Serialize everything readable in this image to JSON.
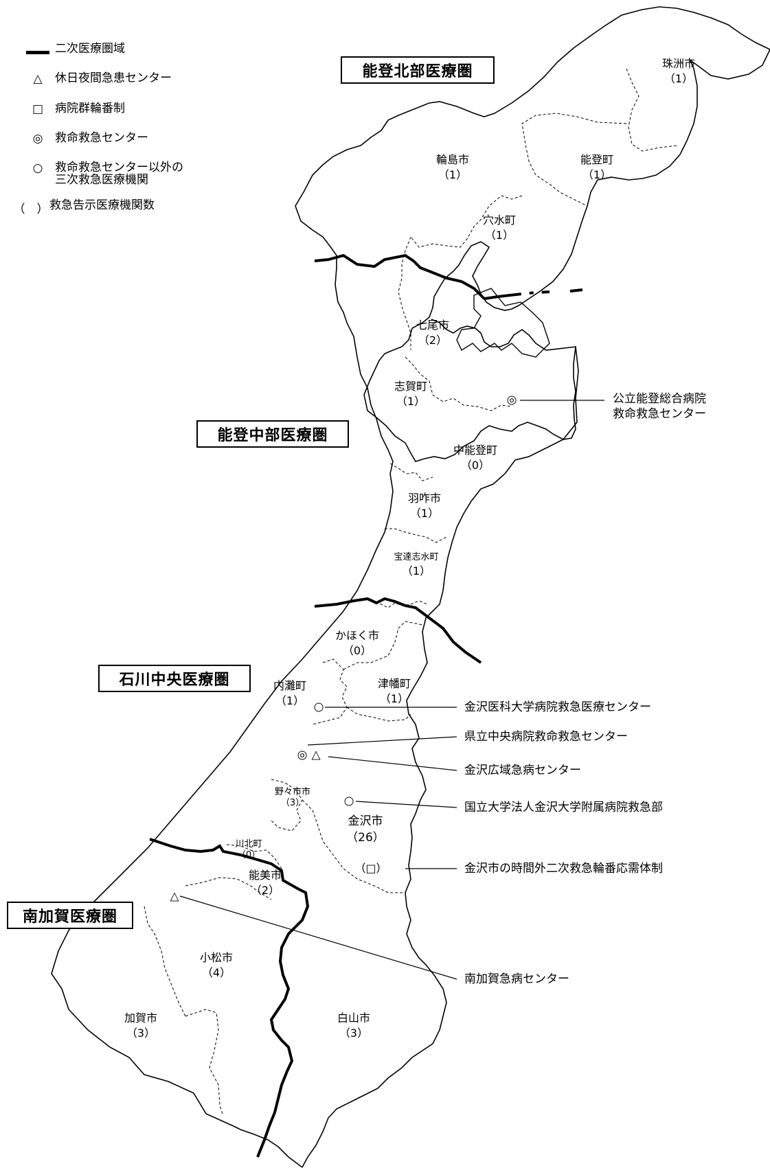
{
  "legend": {
    "items": [
      {
        "symbol": "",
        "label": "二次医療圏域"
      },
      {
        "symbol": "△",
        "label": "休日夜間急患センター"
      },
      {
        "symbol": "□",
        "label": "病院群輪番制"
      },
      {
        "symbol": "◎",
        "label": "救命救急センター"
      },
      {
        "symbol": "○",
        "label": "救命救急センター以外の\n三次救急医療機関"
      },
      {
        "symbol": "（　）",
        "label": "救急告示医療機関数"
      }
    ]
  },
  "regions": {
    "noto_north": "能登北部医療圏",
    "noto_central": "能登中部医療圏",
    "ishikawa_central": "石川中央医療圏",
    "minami_kaga": "南加賀医療圏"
  },
  "municipalities": [
    {
      "name": "珠洲市",
      "count": "（1）"
    },
    {
      "name": "輪島市",
      "count": "（1）"
    },
    {
      "name": "能登町",
      "count": "（1）"
    },
    {
      "name": "穴水町",
      "count": "（1）"
    },
    {
      "name": "七尾市",
      "count": "（2）"
    },
    {
      "name": "志賀町",
      "count": "（1）"
    },
    {
      "name": "中能登町",
      "count": "（0）"
    },
    {
      "name": "羽咋市",
      "count": "（1）"
    },
    {
      "name": "宝達志水町",
      "count": "（1）"
    },
    {
      "name": "かほく市",
      "count": "（0）"
    },
    {
      "name": "内灘町",
      "count": "（1）"
    },
    {
      "name": "津幡町",
      "count": "（1）"
    },
    {
      "name": "野々市市",
      "count": "（3）"
    },
    {
      "name": "金沢市",
      "count": "（26）"
    },
    {
      "name": "川北町",
      "count": "（0）"
    },
    {
      "name": "能美市",
      "count": "（2）"
    },
    {
      "name": "小松市",
      "count": "（4）"
    },
    {
      "name": "加賀市",
      "count": "（3）"
    },
    {
      "name": "白山市",
      "count": "（3）"
    }
  ],
  "kanazawa_rotation": "（□）",
  "facility_symbols": {
    "double_circle": "◎",
    "circle": "○",
    "triangle": "△"
  },
  "callouts": {
    "noto_hospital": "公立能登総合病院\n救命救急センター",
    "kanazawa_medical": "金沢医科大学病院救急医療センター",
    "prefectural_central": "県立中央病院救命救急センター",
    "kanazawa_wide": "金沢広域急病センター",
    "kanazawa_univ": "国立大学法人金沢大学附属病院救急部",
    "kanazawa_rotation": "金沢市の時間外二次救急輪番応需体制",
    "minami_kaga_center": "南加賀急病センター"
  }
}
